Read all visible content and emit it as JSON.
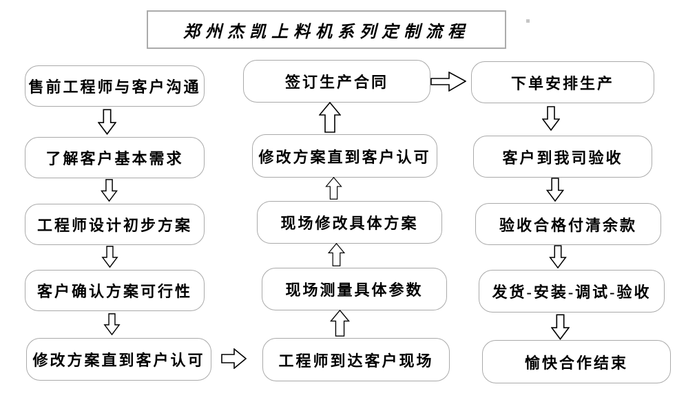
{
  "title": "郑州杰凯上料机系列定制流程",
  "columns": {
    "left": {
      "flow_direction": "down",
      "boxes": [
        {
          "label": "售前工程师与客户沟通"
        },
        {
          "label": "了解客户基本需求"
        },
        {
          "label": "工程师设计初步方案"
        },
        {
          "label": "客户确认方案可行性"
        },
        {
          "label": "修改方案直到客户认可"
        }
      ]
    },
    "middle": {
      "flow_direction": "up",
      "boxes": [
        {
          "label": "签订生产合同"
        },
        {
          "label": "修改方案直到客户认可"
        },
        {
          "label": "现场修改具体方案"
        },
        {
          "label": "现场测量具体参数"
        },
        {
          "label": "工程师到达客户现场"
        }
      ]
    },
    "right": {
      "flow_direction": "down",
      "boxes": [
        {
          "label": "下单安排生产"
        },
        {
          "label": "客户到我司验收"
        },
        {
          "label": "验收合格付清余款"
        },
        {
          "label": "发货-安装-调试-验收"
        },
        {
          "label": "愉快合作结束"
        }
      ]
    }
  },
  "connectors": {
    "left_bottom_to_middle_bottom": "right-arrow",
    "middle_top_to_right_top": "right-arrow"
  },
  "icons": {
    "down_arrow": "hollow-block-arrow-down",
    "up_arrow": "hollow-block-arrow-up",
    "right_arrow": "hollow-block-arrow-right"
  },
  "colors": {
    "background": "#ffffff",
    "node_border": "#a9a9a9",
    "title_border": "#ababab",
    "text": "#000000",
    "arrow_outline": "#000000",
    "arrow_fill": "#ffffff"
  }
}
